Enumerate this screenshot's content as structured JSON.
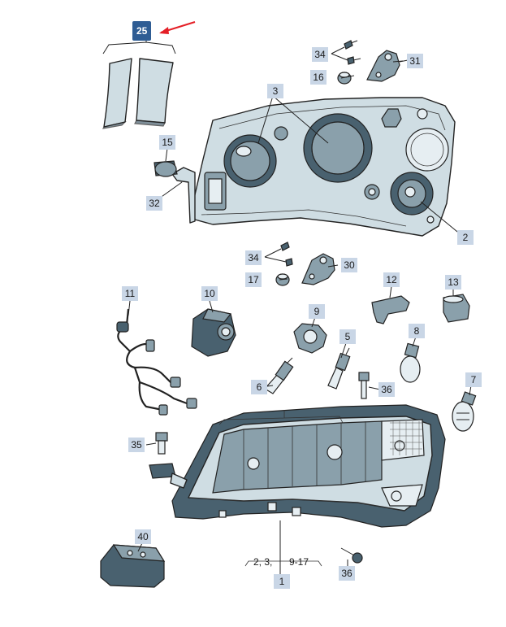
{
  "diagram": {
    "selected_callout": "25",
    "colors": {
      "accent": "#e41e26",
      "selected_badge": "#2f5d94",
      "callout_bg": "#c9d6e6",
      "part_fill": "#cfdde3"
    },
    "callouts": [
      {
        "id": "c25",
        "label": "25",
        "selected": true
      },
      {
        "id": "c34a",
        "label": "34"
      },
      {
        "id": "c31",
        "label": "31"
      },
      {
        "id": "c16",
        "label": "16"
      },
      {
        "id": "c3",
        "label": "3"
      },
      {
        "id": "c15",
        "label": "15"
      },
      {
        "id": "c32",
        "label": "32"
      },
      {
        "id": "c2",
        "label": "2"
      },
      {
        "id": "c34b",
        "label": "34"
      },
      {
        "id": "c30",
        "label": "30"
      },
      {
        "id": "c17",
        "label": "17"
      },
      {
        "id": "c11",
        "label": "11"
      },
      {
        "id": "c10",
        "label": "10"
      },
      {
        "id": "c12",
        "label": "12"
      },
      {
        "id": "c13",
        "label": "13"
      },
      {
        "id": "c9",
        "label": "9"
      },
      {
        "id": "c5",
        "label": "5"
      },
      {
        "id": "c8",
        "label": "8"
      },
      {
        "id": "c6",
        "label": "6"
      },
      {
        "id": "c36a",
        "label": "36"
      },
      {
        "id": "c7",
        "label": "7"
      },
      {
        "id": "c35",
        "label": "35"
      },
      {
        "id": "c40",
        "label": "40"
      },
      {
        "id": "c2_3",
        "label": "2, 3,"
      },
      {
        "id": "c9_17",
        "label": "9-17"
      },
      {
        "id": "c1",
        "label": "1"
      },
      {
        "id": "c36b",
        "label": "36"
      }
    ]
  }
}
